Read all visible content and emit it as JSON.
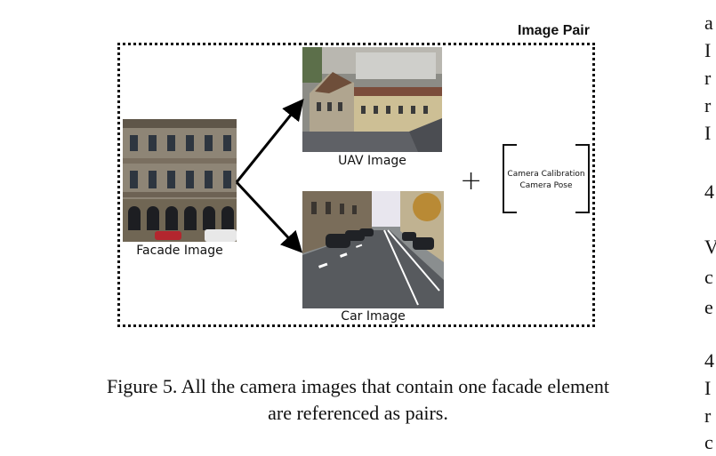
{
  "figure": {
    "group_label": "Image Pair",
    "facade_label": "Facade Image",
    "uav_label": "UAV Image",
    "car_label": "Car Image",
    "plus_symbol": "+",
    "calibration_line1": "Camera Calibration",
    "calibration_line2": "Camera Pose",
    "caption_line1": "Figure 5. All the camera images that contain one facade element",
    "caption_line2": "are referenced as pairs."
  },
  "right_column_fragments": [
    "a",
    "I",
    "r",
    "r",
    "I",
    "4",
    "V",
    "c",
    "e",
    "4",
    "I",
    "r",
    "c"
  ]
}
